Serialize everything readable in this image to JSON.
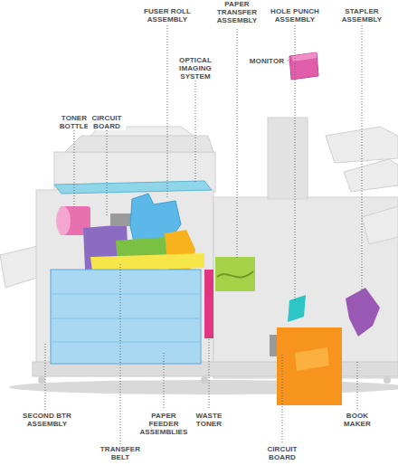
{
  "diagram": {
    "labels": [
      "FUSER ROLL ASSEMBLY",
      "PAPER TRANSFER ASSEMBLY",
      "HOLE PUNCH ASSEMBLY",
      "STAPLER ASSEMBLY",
      "OPTICAL IMAGING SYSTEM",
      "MONITOR",
      "TONER BOTTLE",
      "CIRCUIT BOARD",
      "SECOND BTR ASSEMBLY",
      "PAPER FEEDER ASSEMBLIES",
      "WASTE TONER",
      "BOOK MAKER",
      "TRANSFER BELT",
      "CIRCUIT BOARD"
    ]
  }
}
